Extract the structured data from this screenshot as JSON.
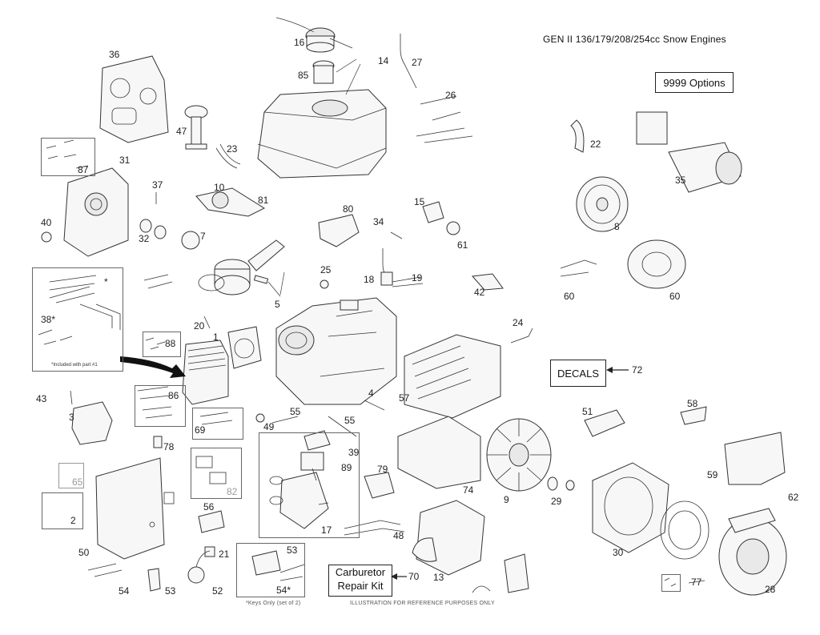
{
  "diagram": {
    "title": "GEN II 136/179/208/254cc Snow Engines",
    "options_box": "9999  Options",
    "decals_box": "DECALS",
    "decals_ref": "72",
    "carb_kit": {
      "line1": "Carburetor",
      "line2": "Repair Kit",
      "ref": "70"
    },
    "note_included": "*Included with part #1",
    "note_keys": "*Keys Only (set of 2)",
    "footer": "ILLUSTRATION FOR REFERENCE PURPOSES ONLY",
    "labels": {
      "p1": "1",
      "p2": "2",
      "p3": "3",
      "p4": "4",
      "p5": "5",
      "p7": "7",
      "p8": "8",
      "p9": "9",
      "p10": "10",
      "p13": "13",
      "p14": "14",
      "p15": "15",
      "p16": "16",
      "p17": "17",
      "p18": "18",
      "p19": "19",
      "p20": "20",
      "p21": "21",
      "p22": "22",
      "p23": "23",
      "p24": "24",
      "p25": "25",
      "p26": "26",
      "p27": "27",
      "p28": "28",
      "p29": "29",
      "p30": "30",
      "p31": "31",
      "p32": "32",
      "p34": "34",
      "p35": "35",
      "p36": "36",
      "p37": "37",
      "p38": "38*",
      "p39": "39",
      "p40": "40",
      "p42": "42",
      "p43": "43",
      "p47": "47",
      "p48": "48",
      "p49": "49",
      "p50": "50",
      "p51": "51",
      "p52": "52",
      "p53a": "53",
      "p53b": "53",
      "p54": "54",
      "p54s": "54*",
      "p55a": "55",
      "p55b": "55",
      "p56": "56",
      "p57": "57",
      "p58": "58",
      "p59": "59",
      "p60a": "60",
      "p60b": "60",
      "p61": "61",
      "p62": "62",
      "p65": "65",
      "p69": "69",
      "p74": "74",
      "p77": "77",
      "p78": "78",
      "p79": "79",
      "p80": "80",
      "p81": "81",
      "p82": "82",
      "p85": "85",
      "p86": "86",
      "p87": "87",
      "p88": "88",
      "p89": "89",
      "p38star": "*"
    }
  }
}
